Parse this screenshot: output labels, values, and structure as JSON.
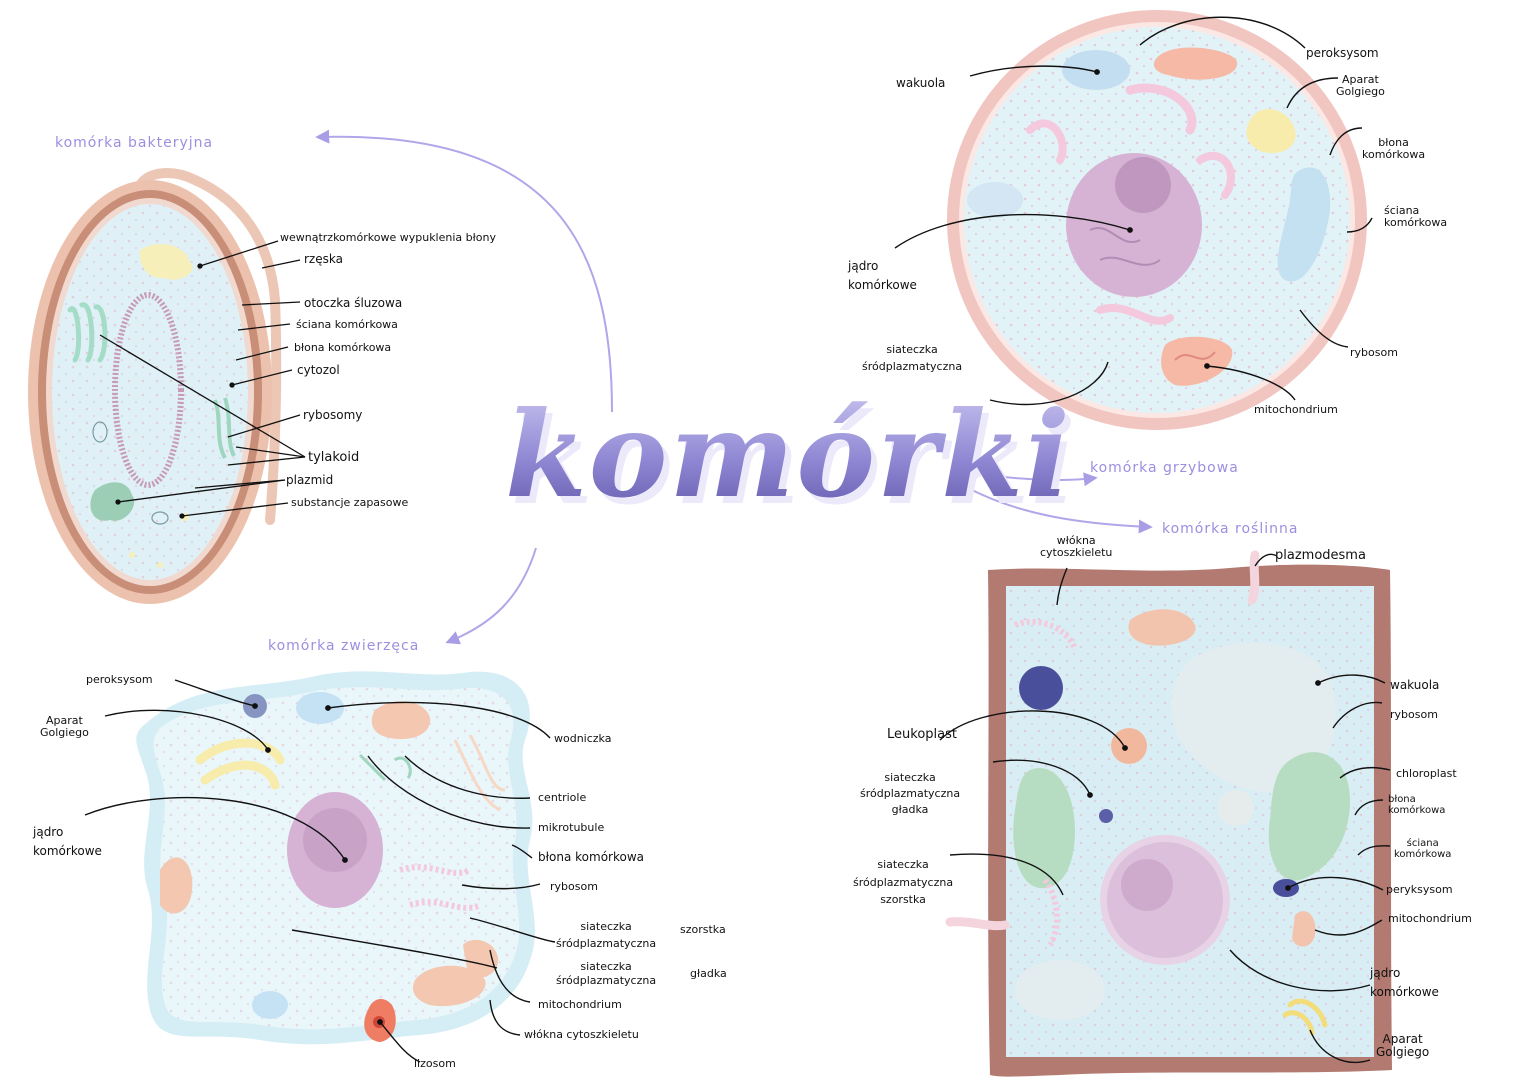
{
  "title": "komórki",
  "colors": {
    "accent": "#9d8fe0",
    "cytoplasm": "#e4f3f8",
    "nucleus": "#c9a6c9",
    "membrane_bacteria": "#d9a892",
    "cell_wall_plant": "#b27a70"
  },
  "categories": {
    "bacterial": "komórka bakteryjna",
    "animal": "komórka zwierzęca",
    "fungal": "komórka grzybowa",
    "plant": "komórka roślinna"
  },
  "bacteria": {
    "invaginations": "wewnątrzkomórkowe wypuklenia błony",
    "flagellum": "rzęska",
    "capsule": "otoczka śluzowa",
    "wall": "ściana komórkowa",
    "membrane": "błona komórkowa",
    "cytosol": "cytozol",
    "ribosomes": "rybosomy",
    "thylakoid": "tylakoid",
    "plasmid": "plazmid",
    "storage": "substancje zapasowe"
  },
  "fungus": {
    "vacuole": "wakuola",
    "peroxisome": "peroksysom",
    "golgi": "Aparat\nGolgiego",
    "membrane": "błona\nkomórkowa",
    "wall": "ściana\nkomórkowa",
    "nucleus": "jądro\nkomórkowe",
    "ribosome": "rybosom",
    "er": "siateczka\nśródplazmatyczna",
    "mitochondrion": "mitochondrium"
  },
  "animal": {
    "peroxisome": "peroksysom",
    "golgi": "Aparat\nGolgiego",
    "nucleus": "jądro\nkomórkowe",
    "vacuole": "wodniczka",
    "centriole": "centriole",
    "microtubules": "mikrotubule",
    "membrane": "błona komórkowa",
    "ribosome": "rybosom",
    "rough_er": "siateczka\nśródplazmatyczna",
    "rough_word": "szorstka",
    "smooth_er": "siateczka\nśródplazmatyczna",
    "smooth_word": "gładka",
    "mitochondrion": "mitochondrium",
    "cytoskeleton": "włókna cytoszkieletu",
    "lysosome": "lizosom"
  },
  "plant": {
    "cytoskeleton": "włókna\ncytoszkieletu",
    "plasmodesma": "plazmodesma",
    "leucoplast": "Leukoplast",
    "smooth_er": "siateczka\nśródplazmatyczna\ngładka",
    "rough_er": "siateczka\nśródplazmatyczna\nszorstka",
    "vacuole": "wakuola",
    "ribosome": "rybosom",
    "chloroplast": "chloroplast",
    "membrane": "błona\nkomórkowa",
    "wall": "ściana\nkomórkowa",
    "peroxisome": "peryksysom",
    "mitochondrion": "mitochondrium",
    "nucleus": "jądro\nkomórkowe",
    "golgi": "Aparat\nGolgiego"
  }
}
